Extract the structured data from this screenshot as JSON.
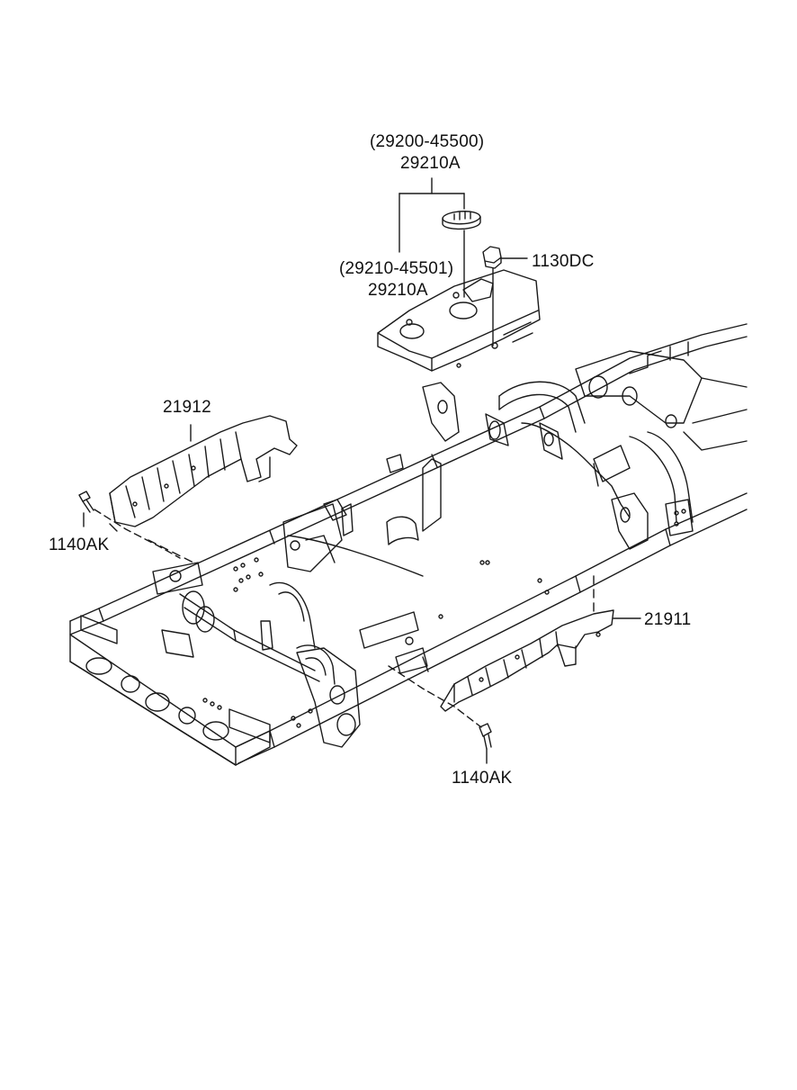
{
  "callouts": {
    "cover_assembly": {
      "part_number": "(29200-45500)",
      "ref": "29210A"
    },
    "cover_lower": {
      "part_number": "(29210-45501)",
      "ref": "29210A"
    },
    "nut": {
      "ref": "1130DC"
    },
    "left_guard": {
      "ref": "21912"
    },
    "left_bolt": {
      "ref": "1140AK"
    },
    "right_guard": {
      "ref": "21911"
    },
    "right_bolt": {
      "ref": "1140AK"
    }
  },
  "colors": {
    "line": "#1a1a1a",
    "background": "#ffffff"
  }
}
